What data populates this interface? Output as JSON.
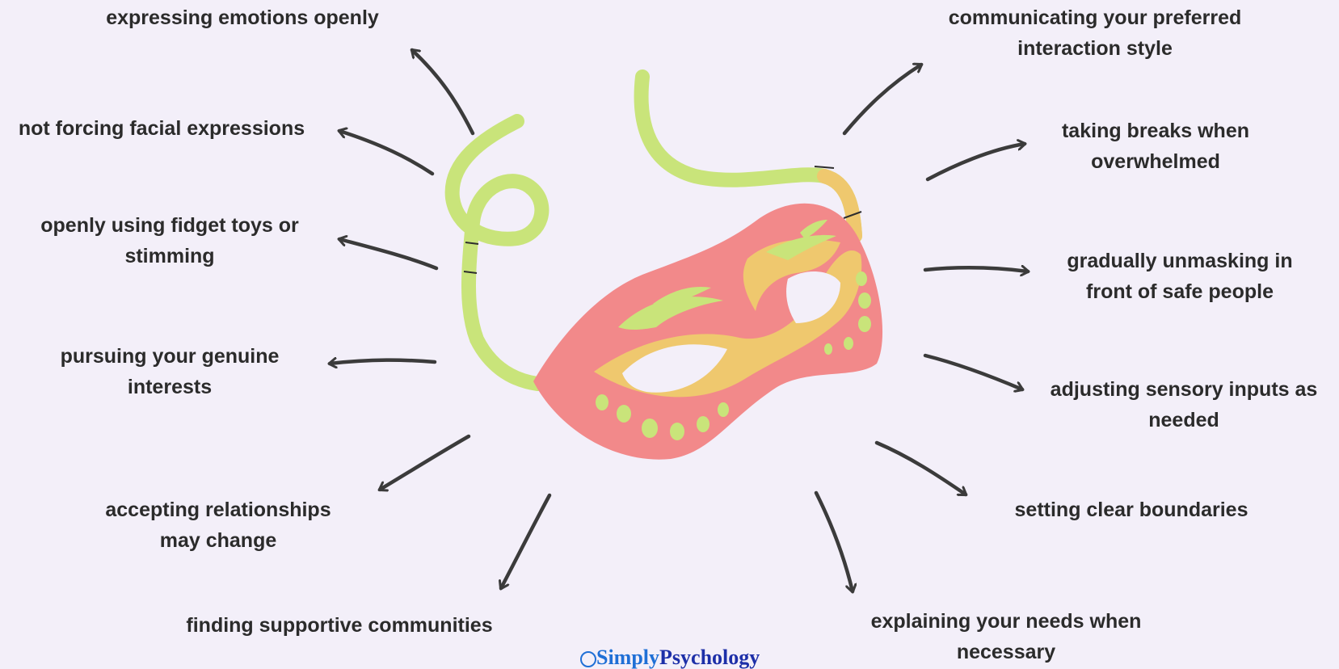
{
  "labels": {
    "expressing_emotions": "expressing emotions openly",
    "not_forcing": "not forcing facial expressions",
    "fidget": [
      "openly using fidget toys or",
      "stimming"
    ],
    "interests": [
      "pursuing your genuine",
      "interests"
    ],
    "relationships": [
      "accepting relationships",
      "may change"
    ],
    "communities": "finding supportive communities",
    "communicating": [
      "communicating your preferred",
      "interaction style"
    ],
    "breaks": [
      "taking breaks when",
      "overwhelmed"
    ],
    "unmasking": [
      "gradually unmasking in",
      "front of safe people"
    ],
    "sensory": [
      "adjusting sensory inputs as",
      "needed"
    ],
    "boundaries": "setting clear boundaries",
    "needs": [
      "explaining your needs when",
      "necessary"
    ]
  },
  "brand": {
    "part1": "Simply",
    "part2": "Psychology"
  },
  "colors": {
    "background": "#f3eff9",
    "mask_pink": "#f2898a",
    "mask_yellow": "#efc86e",
    "ribbon_green": "#c9e47a",
    "arrow": "#3b3b3b",
    "title_red": "#f26a63"
  },
  "icons": {
    "center": "masquerade-mask-icon",
    "arrow": "curved-arrow-icon"
  }
}
